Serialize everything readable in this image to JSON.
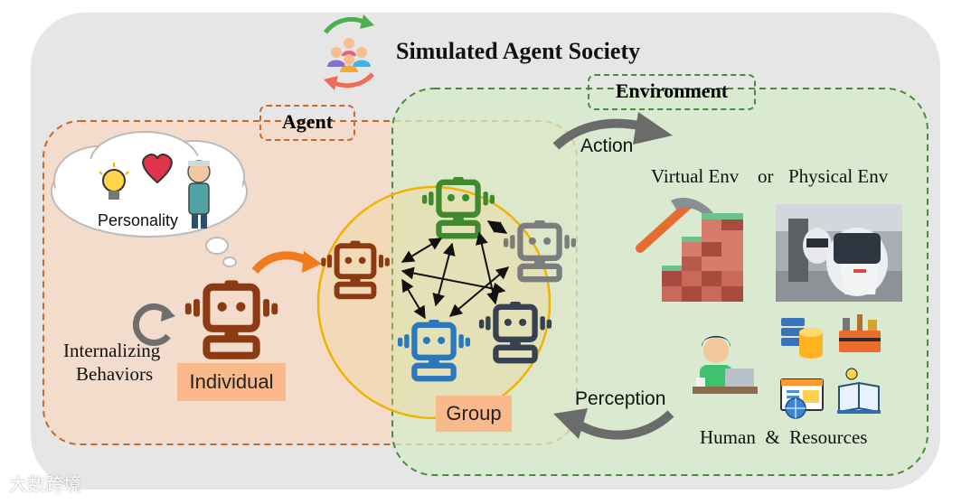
{
  "title": "Simulated Agent Society",
  "agent_tag": "Agent",
  "environment_tag": "Environment",
  "personality_label": "Personality",
  "internalizing_line1": "Internalizing",
  "internalizing_line2": "Behaviors",
  "individual_label": "Individual",
  "group_label": "Group",
  "action_label": "Action",
  "perception_label": "Perception",
  "virtual_env_label": "Virtual Env",
  "or_label": "or",
  "physical_env_label": "Physical Env",
  "human_resources_label": "Human  &  Resources",
  "watermark": "大数跨境",
  "colors": {
    "individual_robot": "#8b3a12",
    "group_green": "#3f8a2f",
    "group_gray": "#7d7d7d",
    "group_blue": "#2b78bd",
    "group_dark": "#374150",
    "arrow_orange": "#f07a1e",
    "arrow_gray": "#6b6b6b"
  }
}
